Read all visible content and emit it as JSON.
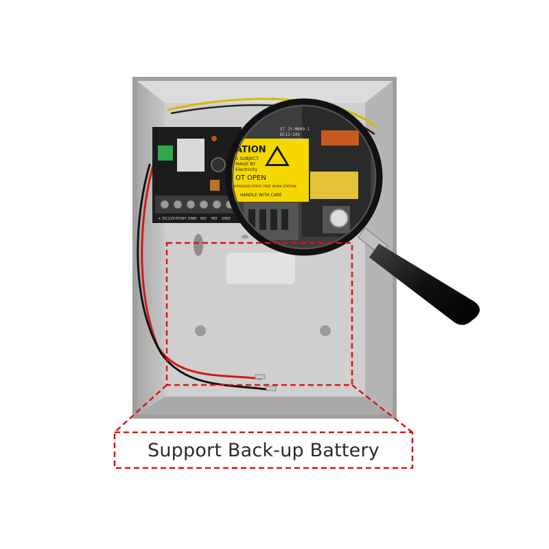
{
  "caption": "Support Back-up Battery",
  "pcb": {
    "terminal_labels": [
      "+ DC12V",
      "PUSH",
      "GND",
      "NO",
      "NO",
      "GND"
    ]
  },
  "warning_label": {
    "lines": [
      "ATION",
      "S SUBJECT",
      "MAGE BY",
      "Electricity",
      "OT OPEN"
    ],
    "footer": [
      "APPROVED STATIC FREE WORK STATION",
      "HANDLE WITH CARE"
    ]
  },
  "psu_label": [
    "ST JY-M609-1",
    "DC12-14V",
    "AC110-230V"
  ],
  "colors": {
    "enclosure": "#c9c9c9",
    "dashed_outline": "#e01010",
    "warning_yellow": "#f5d800",
    "pcb": "#1c1c1c",
    "magnifier_handle": "#1a1a1a"
  },
  "icons": [
    "esd-warning-icon",
    "magnifying-glass-icon"
  ]
}
